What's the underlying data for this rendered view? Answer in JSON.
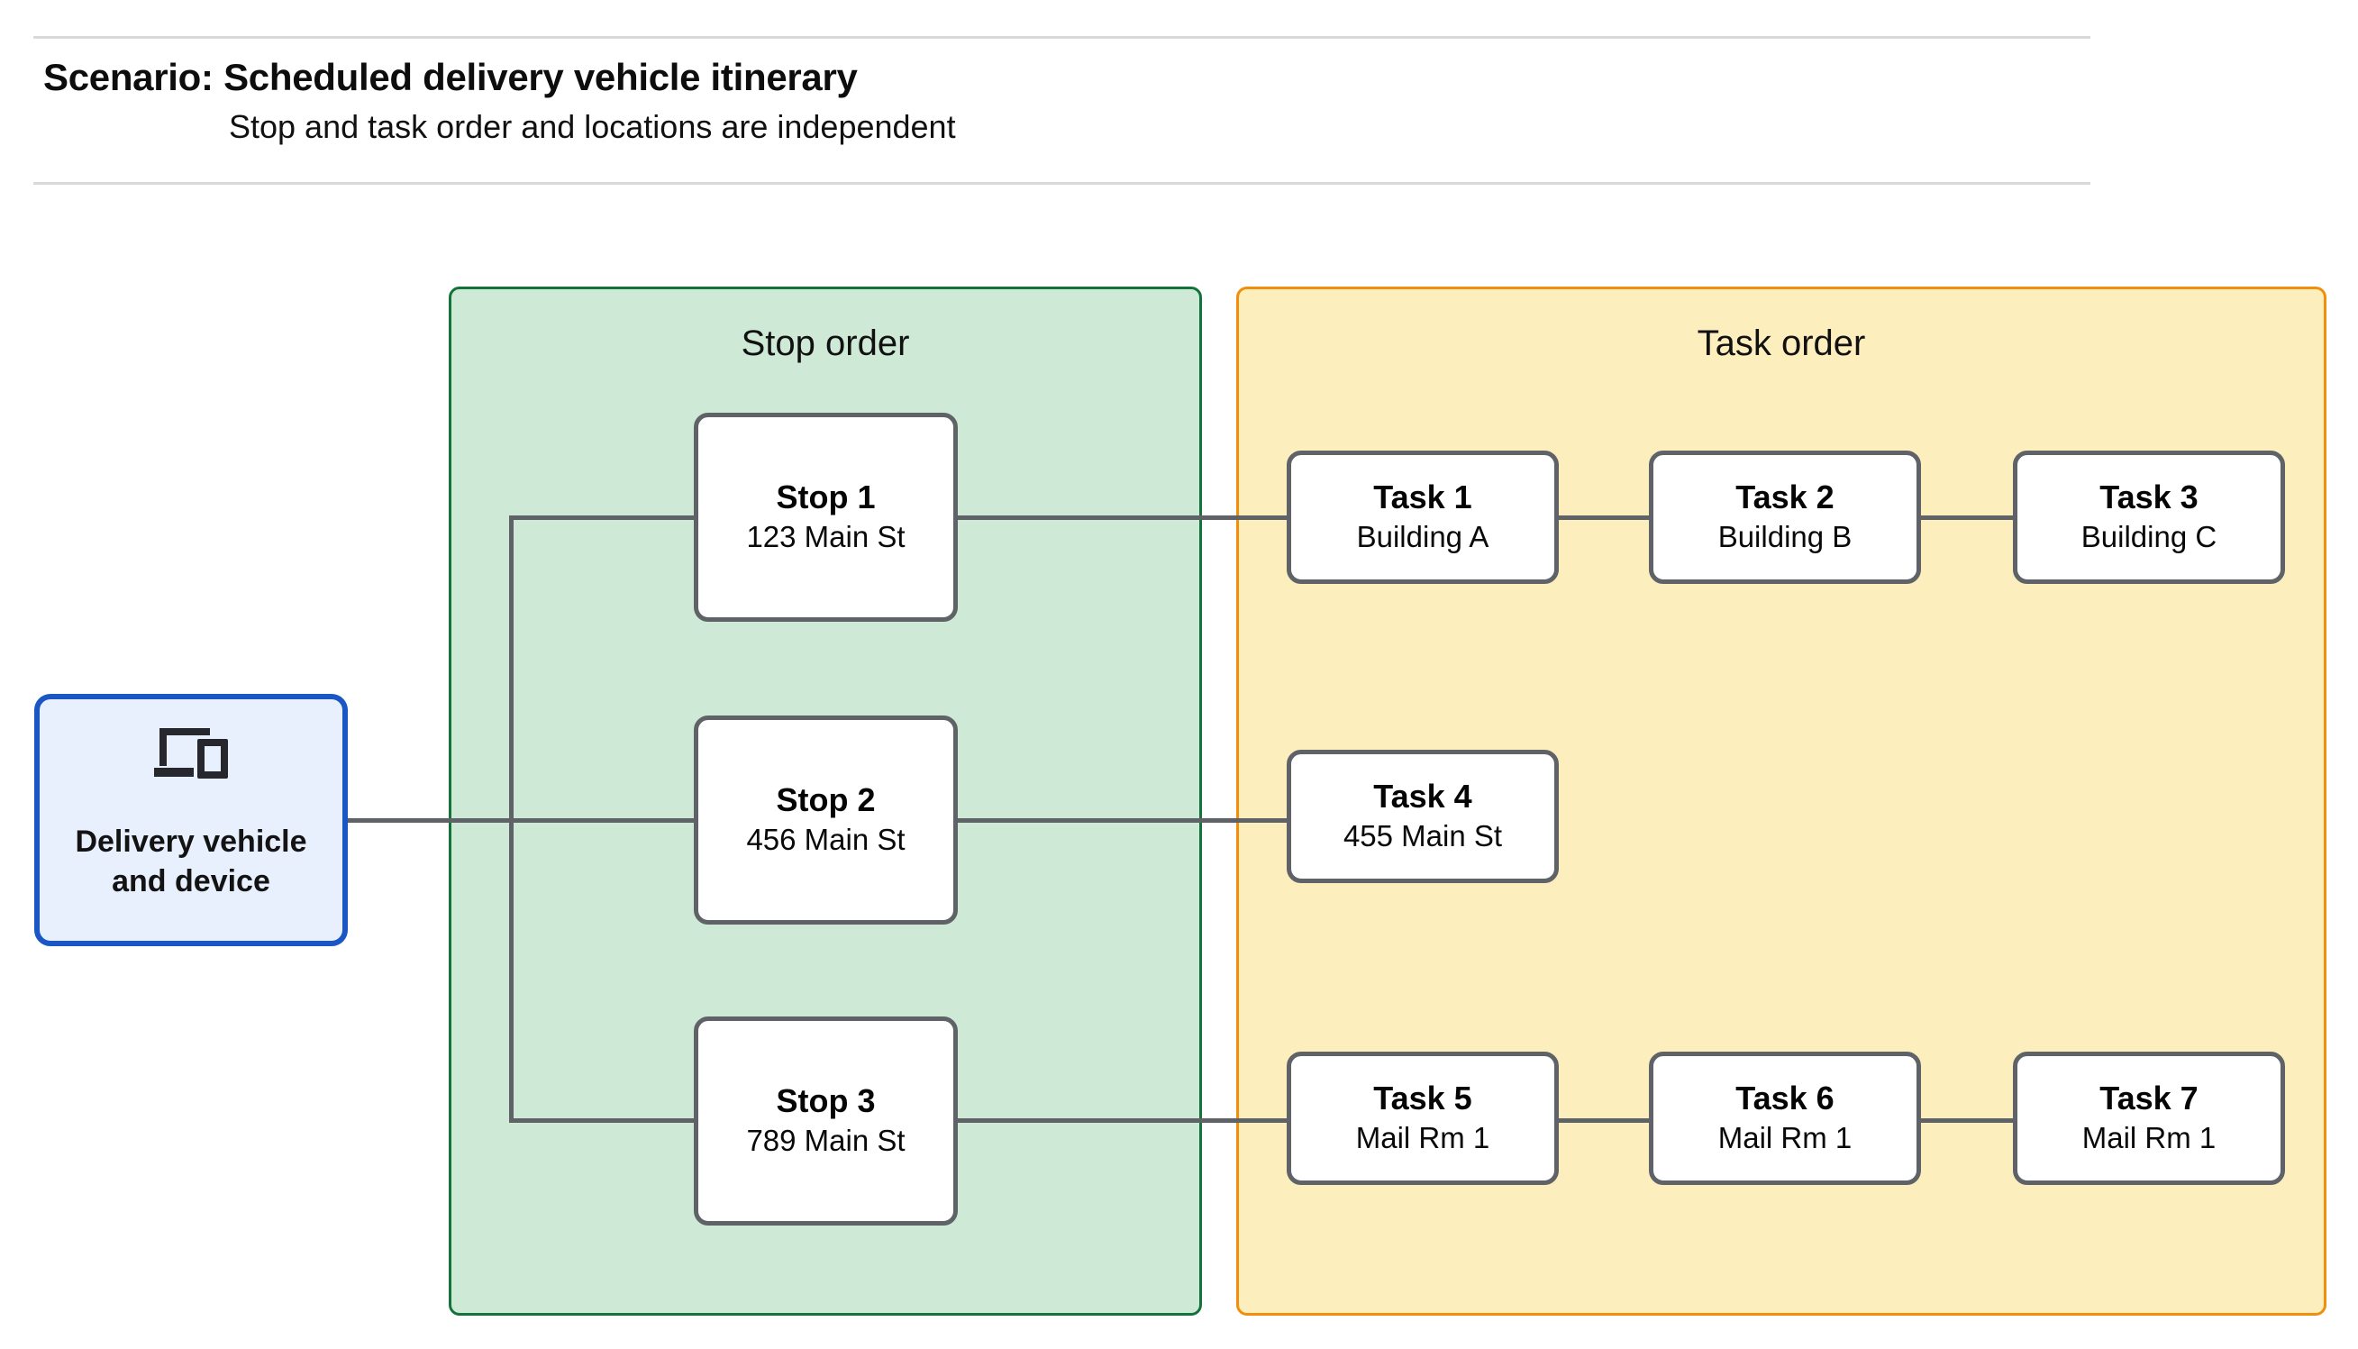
{
  "header": {
    "title": "Scenario: Scheduled delivery vehicle itinerary",
    "subtitle": "Stop and task order and locations are independent"
  },
  "vehicle": {
    "icon": "devices-icon",
    "label": "Delivery vehicle\nand device",
    "label_line_1": "Delivery vehicle",
    "label_line_2": "and device",
    "border_color": "#1a56c4",
    "fill_color": "#e8f0fe"
  },
  "panels": [
    {
      "id": "stop",
      "title": "Stop order",
      "fill_color": "#cee9d6",
      "border_color": "#14733b"
    },
    {
      "id": "task",
      "title": "Task order",
      "fill_color": "#fdeebd",
      "border_color": "#f18f0c"
    }
  ],
  "stops": [
    {
      "title": "Stop 1",
      "location": "123 Main St"
    },
    {
      "title": "Stop 2",
      "location": "456 Main St"
    },
    {
      "title": "Stop 3",
      "location": "789 Main St"
    }
  ],
  "task_rows": [
    {
      "stop_index": 0,
      "tasks": [
        {
          "title": "Task 1",
          "location": "Building A"
        },
        {
          "title": "Task 2",
          "location": "Building B"
        },
        {
          "title": "Task 3",
          "location": "Building C"
        }
      ]
    },
    {
      "stop_index": 1,
      "tasks": [
        {
          "title": "Task 4",
          "location": "455 Main St"
        }
      ]
    },
    {
      "stop_index": 2,
      "tasks": [
        {
          "title": "Task 5",
          "location": "Mail Rm 1"
        },
        {
          "title": "Task 6",
          "location": "Mail Rm 1"
        },
        {
          "title": "Task 7",
          "location": "Mail Rm 1"
        }
      ]
    }
  ],
  "colors": {
    "connector": "#5f6368",
    "node_border": "#5f6368",
    "node_fill": "#ffffff",
    "rule": "#d9d9d9",
    "text": "#111111"
  }
}
